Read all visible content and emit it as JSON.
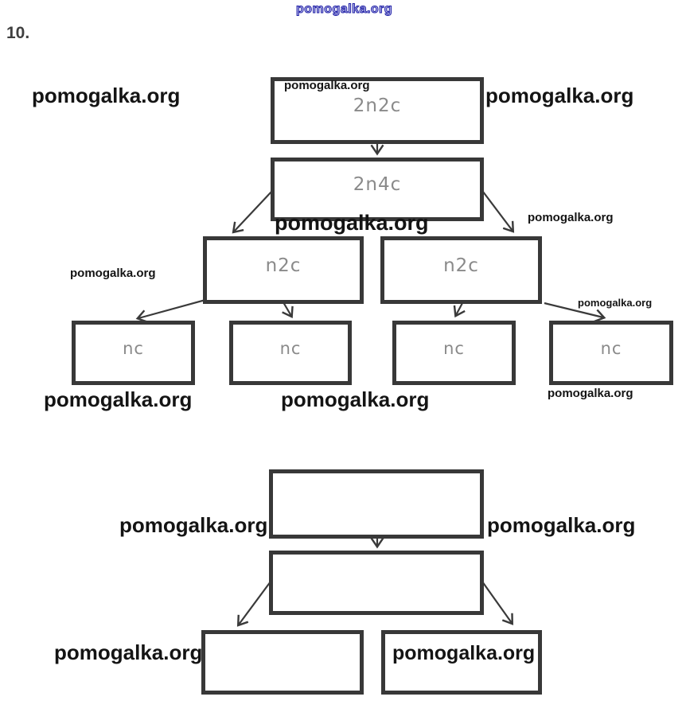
{
  "page": {
    "problem_number": "10."
  },
  "watermark": {
    "text": "pomogalka.org"
  },
  "colors": {
    "box_border": "#383838",
    "box_label": "#8a8a8a",
    "watermark_black": "#141414",
    "watermark_blue": "#2525a8"
  },
  "tree1": {
    "boxes": [
      {
        "label": "2n2c"
      },
      {
        "label": "2n4c"
      },
      {
        "label": "n2c"
      },
      {
        "label": "n2c"
      },
      {
        "label": "nc"
      },
      {
        "label": "nc"
      },
      {
        "label": "nc"
      },
      {
        "label": "nc"
      }
    ]
  },
  "tree2": {
    "boxes": [
      {
        "label": ""
      },
      {
        "label": ""
      },
      {
        "label": ""
      },
      {
        "label": ""
      }
    ]
  }
}
